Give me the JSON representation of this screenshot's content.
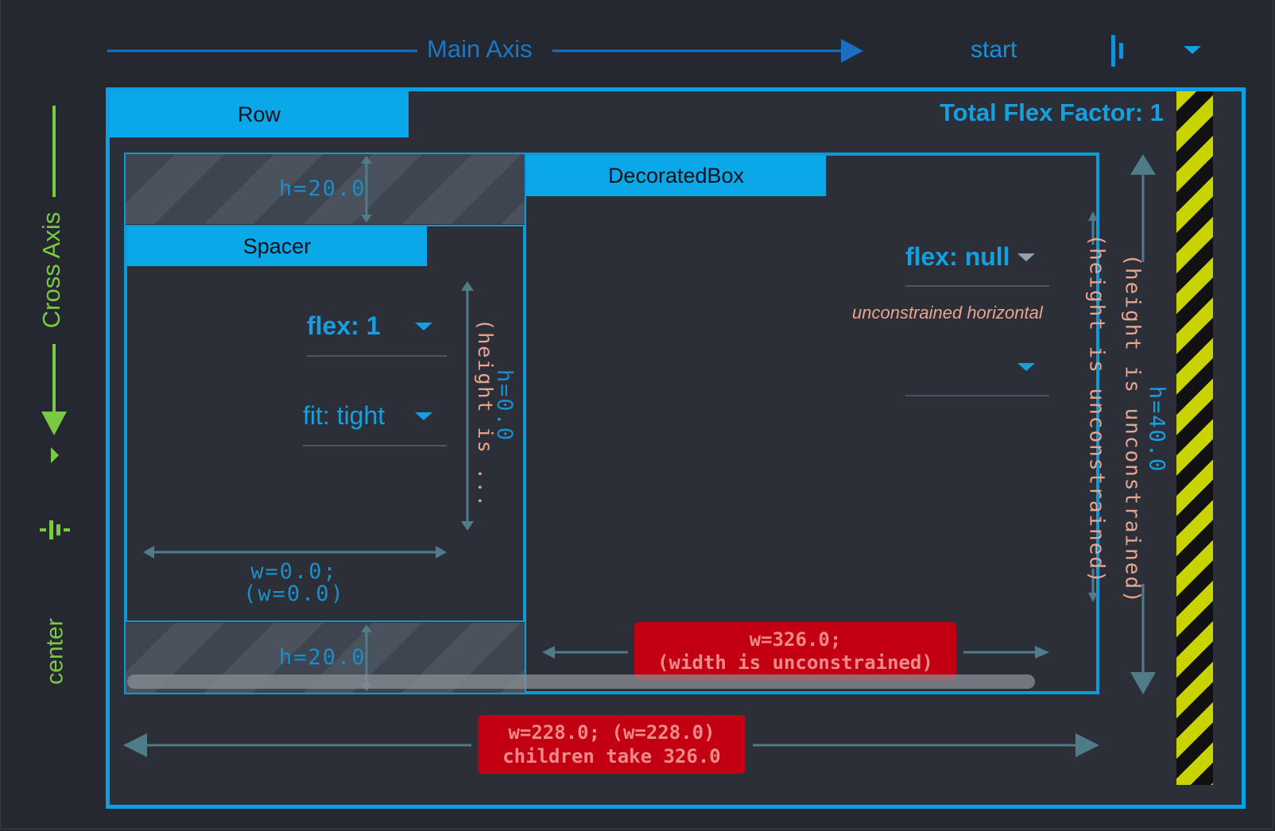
{
  "header": {
    "main_axis_label": "Main Axis",
    "main_axis_alignment": "start",
    "main_axis_icon": "main-axis-alignment-icon",
    "dropdown_icon": "dropdown-triangle-icon"
  },
  "sidebar": {
    "cross_axis_label": "Cross Axis",
    "cross_axis_alignment": "center",
    "cross_axis_icon": "cross-axis-alignment-icon"
  },
  "row": {
    "tag": "Row",
    "total_flex_factor": "Total Flex Factor: 1",
    "height_label": "h=40.0",
    "height_note": "(height is unconstrained)",
    "width_label_line1": "w=228.0; (w=228.0)",
    "width_label_line2": "children take 326.0"
  },
  "spacer": {
    "tag": "Spacer",
    "top_padding_label": "h=20.0",
    "bottom_padding_label": "h=20.0",
    "flex_value": "flex: 1",
    "fit_value": "fit: tight",
    "height_label": "h=0.0",
    "height_note": "(height is ...",
    "width_label_line1": "w=0.0;",
    "width_label_line2": "(w=0.0)"
  },
  "decorated_box": {
    "tag": "DecoratedBox",
    "flex_value": "flex: null",
    "constraint_note": "unconstrained horizontal",
    "height_note": "(height is unconstrained)",
    "width_label_line1": "w=326.0;",
    "width_label_line2": "(width is unconstrained)"
  },
  "colors": {
    "background": "#252830",
    "accent": "#0aa0e6",
    "cross_axis": "#7ac943",
    "error": "#c20012",
    "warning_stripe": "#c9d300"
  }
}
